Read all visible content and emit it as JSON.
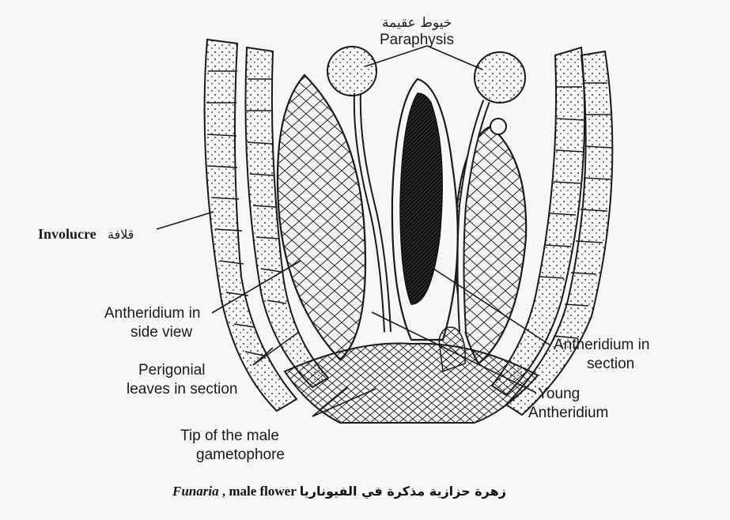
{
  "labels": {
    "paraphysis_ar": "خيوط عقيمة",
    "paraphysis": "Paraphysis",
    "involucre": "Involucre",
    "involucre_ar": "قلافة",
    "antheridium_side_1": "Antheridium in",
    "antheridium_side_2": "side view",
    "perigonial_1": "Perigonial",
    "perigonial_2": "leaves in section",
    "tip_1": "Tip of the male",
    "tip_2": "gametophore",
    "antheridium_section_1": "Antheridium in",
    "antheridium_section_2": "section",
    "young_1": "Young",
    "young_2": "Antheridium"
  },
  "caption": {
    "genus": "Funaria",
    "sep": " , ",
    "text": "male flower",
    "arabic": "زهرة حزازية مذكرة في الفيوناريا"
  },
  "colors": {
    "ink": "#1a1a1a",
    "paper": "#f7f7f5"
  }
}
